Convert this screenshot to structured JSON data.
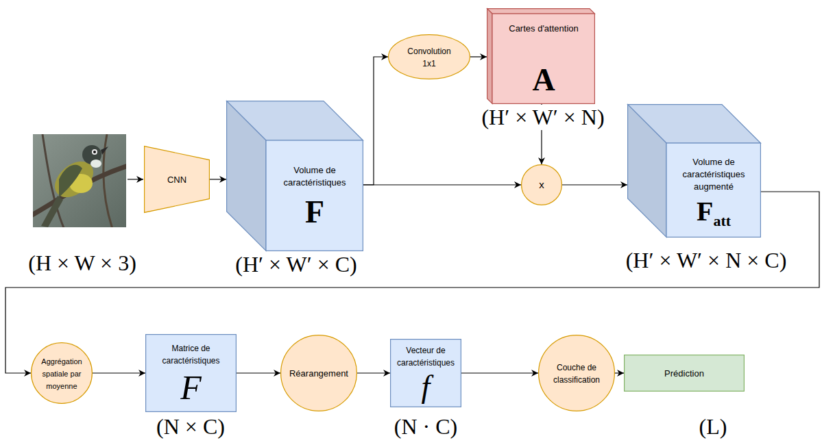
{
  "diagram": {
    "nodes": [
      {
        "text": [
          "CNN"
        ]
      },
      {
        "text": [
          "Volume de caractéristiques",
          "F"
        ]
      },
      {
        "text": [
          "Convolution 1x1"
        ]
      },
      {
        "text": [
          "Cartes d'attention",
          "A"
        ]
      },
      {
        "text": [
          "x"
        ]
      },
      {
        "text": [
          "Volume de caractéristiques augmenté",
          "F",
          "att"
        ]
      },
      {
        "text": [
          "Aggrégation spatiale par moyenne"
        ]
      },
      {
        "text": [
          "Matrice de caractéristiques",
          "F"
        ]
      },
      {
        "text": [
          "Réarangement"
        ]
      },
      {
        "text": [
          "Vecteur de caractéristiques",
          "f"
        ]
      },
      {
        "text": [
          "Couche de classification"
        ]
      },
      {
        "text": [
          "Prédiction"
        ]
      }
    ],
    "edges": [
      {
        "from": 0,
        "to": 1,
        "arrow": "to"
      },
      {
        "from": 1,
        "to": 2,
        "arrow": "to"
      },
      {
        "from": 1,
        "to": 4,
        "arrow": "to"
      },
      {
        "from": 2,
        "to": 3,
        "arrow": "to"
      },
      {
        "from": 3,
        "to": 4,
        "arrow": "to"
      },
      {
        "from": 4,
        "to": 5,
        "arrow": "to"
      },
      {
        "from": 5,
        "to": 6,
        "arrow": "to"
      },
      {
        "from": 6,
        "to": 7,
        "arrow": "to"
      },
      {
        "from": 7,
        "to": 8,
        "arrow": "to"
      },
      {
        "from": 8,
        "to": 9,
        "arrow": "to"
      },
      {
        "from": 9,
        "to": 10,
        "arrow": "to"
      },
      {
        "from": 10,
        "to": 11,
        "arrow": "to"
      }
    ],
    "labels": [
      "(H × W × 3)",
      "(H′ × W′ × C)",
      "(H′ × W′ × N)",
      "(H′ × W′ × N × C)",
      "(N × C)",
      "(N · C)",
      "(L)"
    ]
  }
}
